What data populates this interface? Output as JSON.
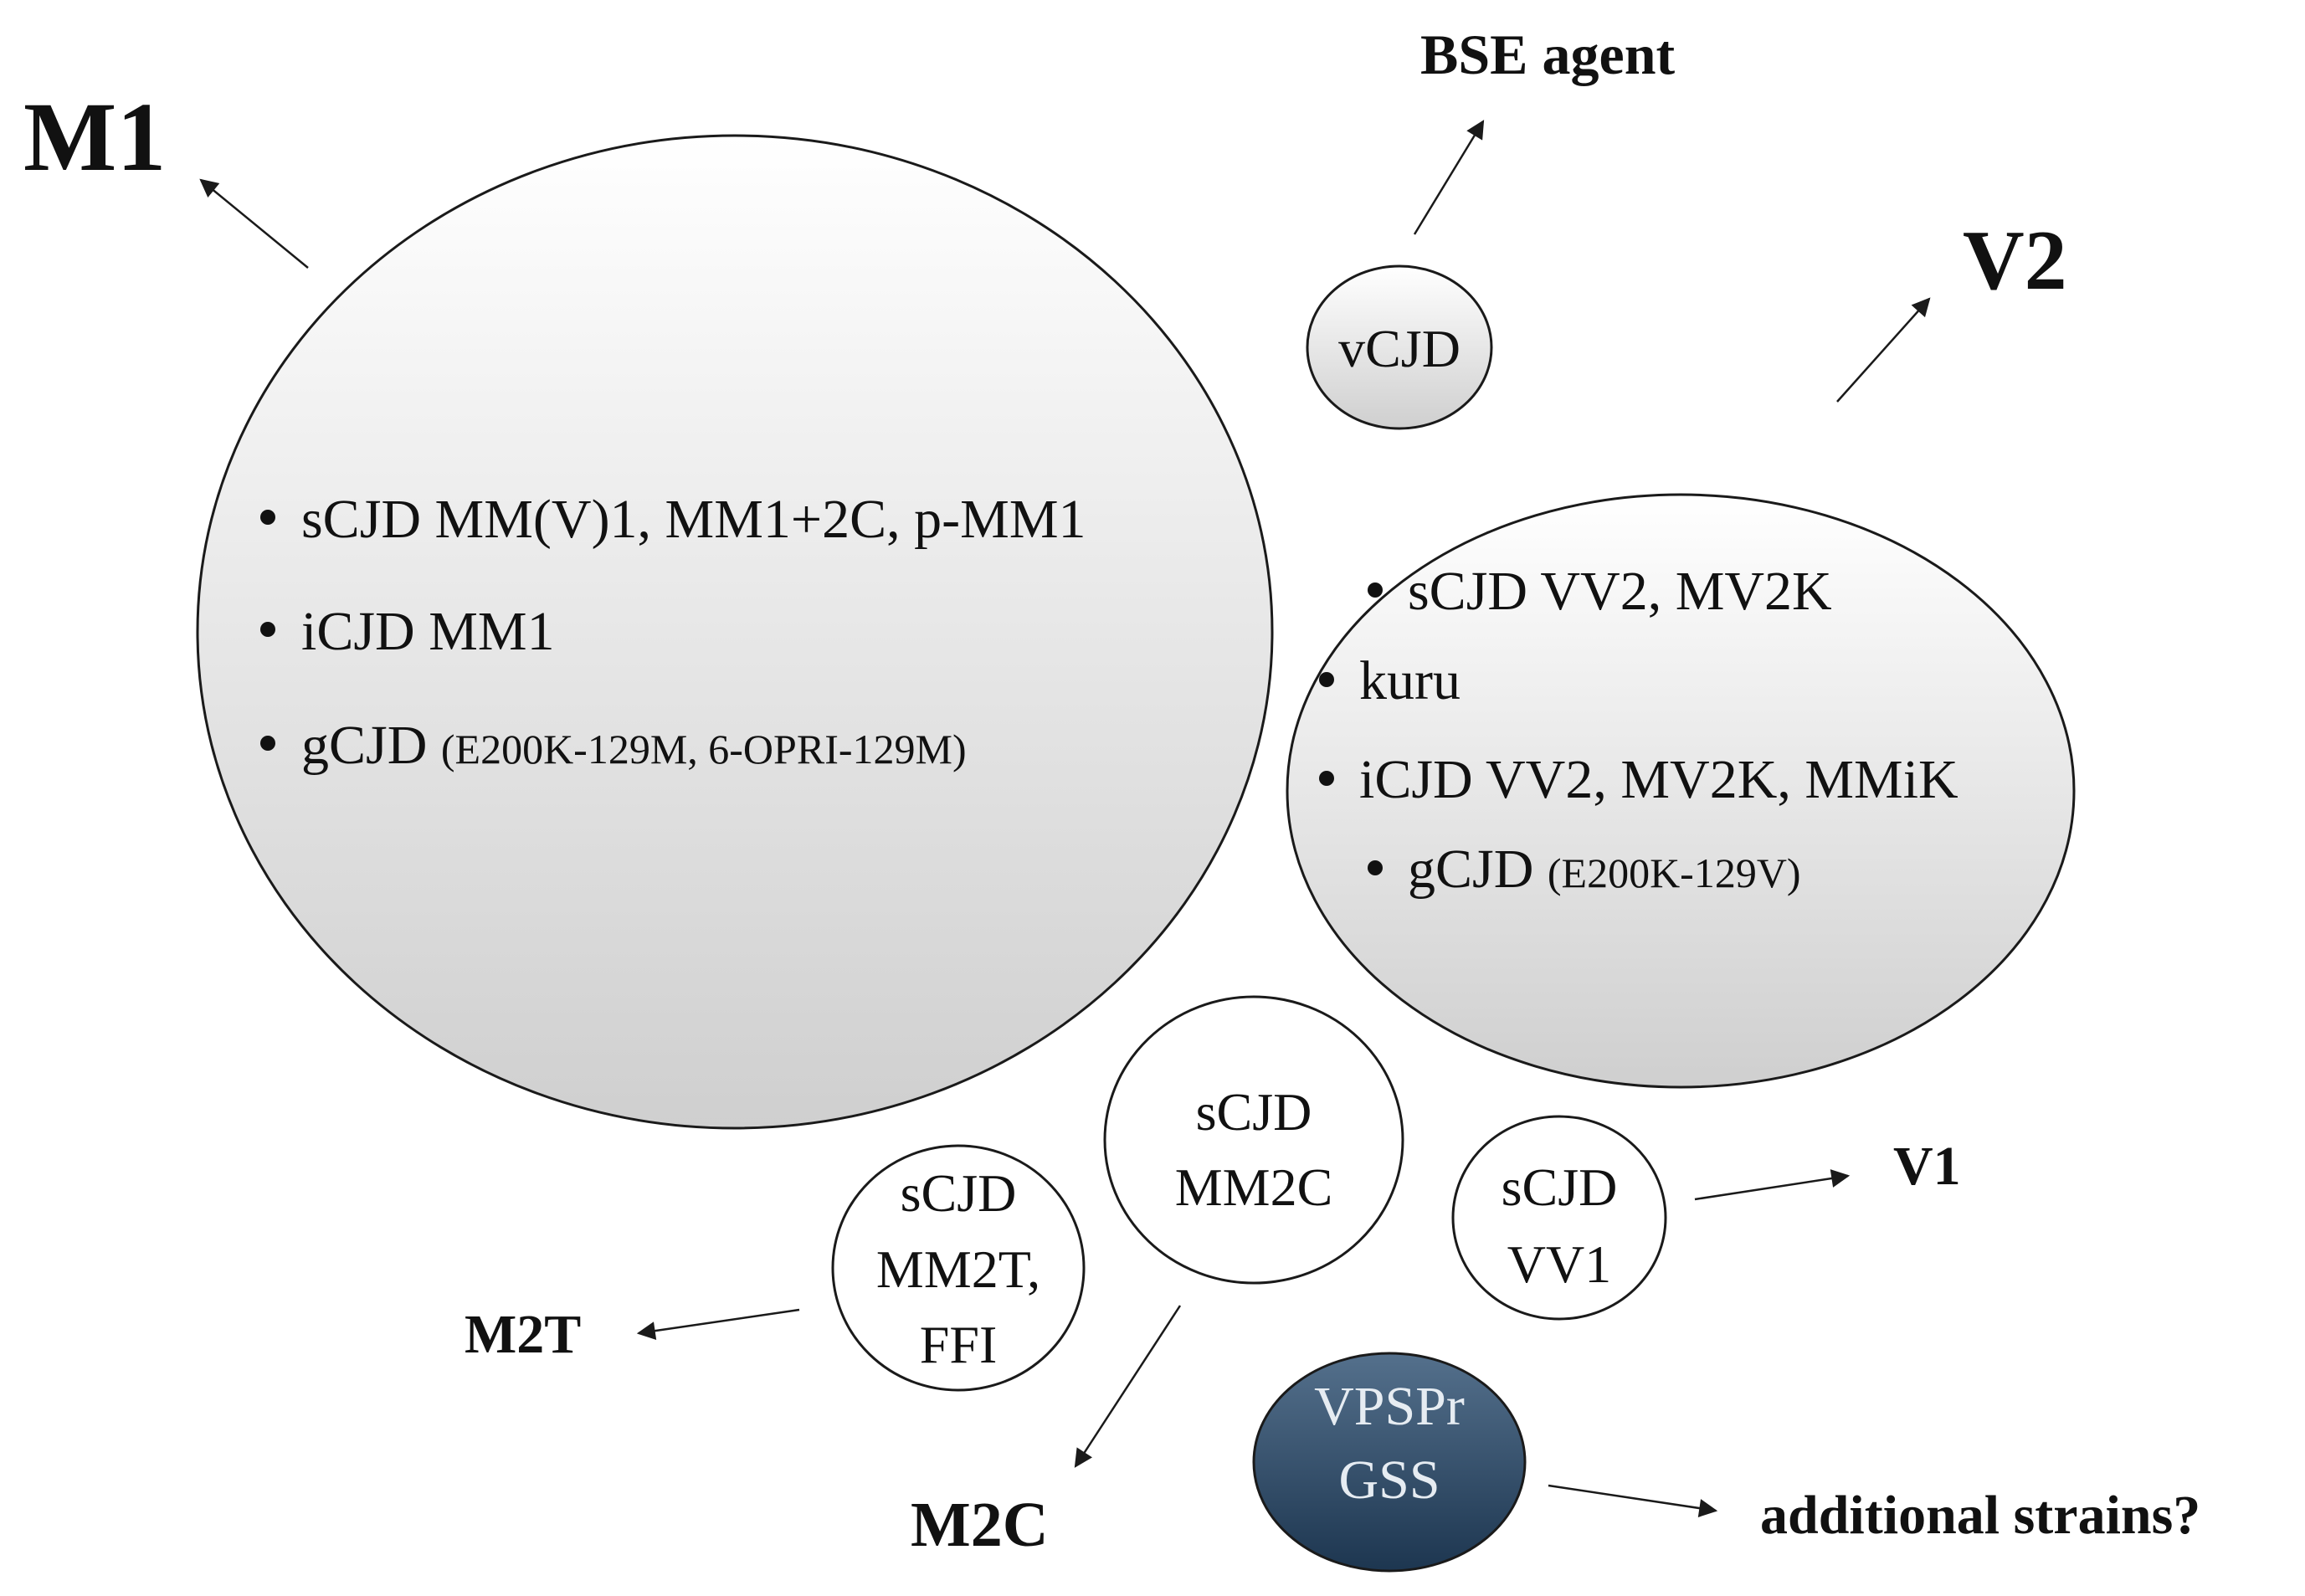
{
  "labels": {
    "m1": "M1",
    "bse": "BSE agent",
    "v2": "V2",
    "v1": "V1",
    "m2t": "M2T",
    "m2c": "M2C",
    "additional": "additional strains?"
  },
  "circles": {
    "m1": {
      "items": [
        {
          "text": "sCJD MM(V)1, MM1+2C, p-MM1",
          "small": ""
        },
        {
          "text": "iCJD MM1",
          "small": ""
        },
        {
          "text": "gCJD ",
          "small": "(E200K-129M, 6-OPRI-129M)"
        }
      ]
    },
    "vcjd": {
      "line1": "vCJD"
    },
    "v2": {
      "items": [
        {
          "text": "sCJD VV2, MV2K",
          "small": ""
        },
        {
          "text": "kuru",
          "small": ""
        },
        {
          "text": "iCJD VV2, MV2K, MMiK",
          "small": ""
        },
        {
          "text": "gCJD ",
          "small": "(E200K-129V)"
        }
      ]
    },
    "mm2c": {
      "line1": "sCJD",
      "line2": "MM2C"
    },
    "mm2t": {
      "line1": "sCJD",
      "line2": "MM2T,",
      "line3": "FFI"
    },
    "vv1": {
      "line1": "sCJD",
      "line2": "VV1"
    },
    "vpspr": {
      "line1": "VPSPr",
      "line2": "GSS"
    }
  },
  "colors": {
    "stroke": "#1a1a1a",
    "gradient_top": "#ffffff",
    "gradient_bottom": "#cfcfcf",
    "dark_fill_top": "#54708c",
    "dark_fill_bottom": "#1d3650",
    "dark_text": "#e6ecf2"
  }
}
